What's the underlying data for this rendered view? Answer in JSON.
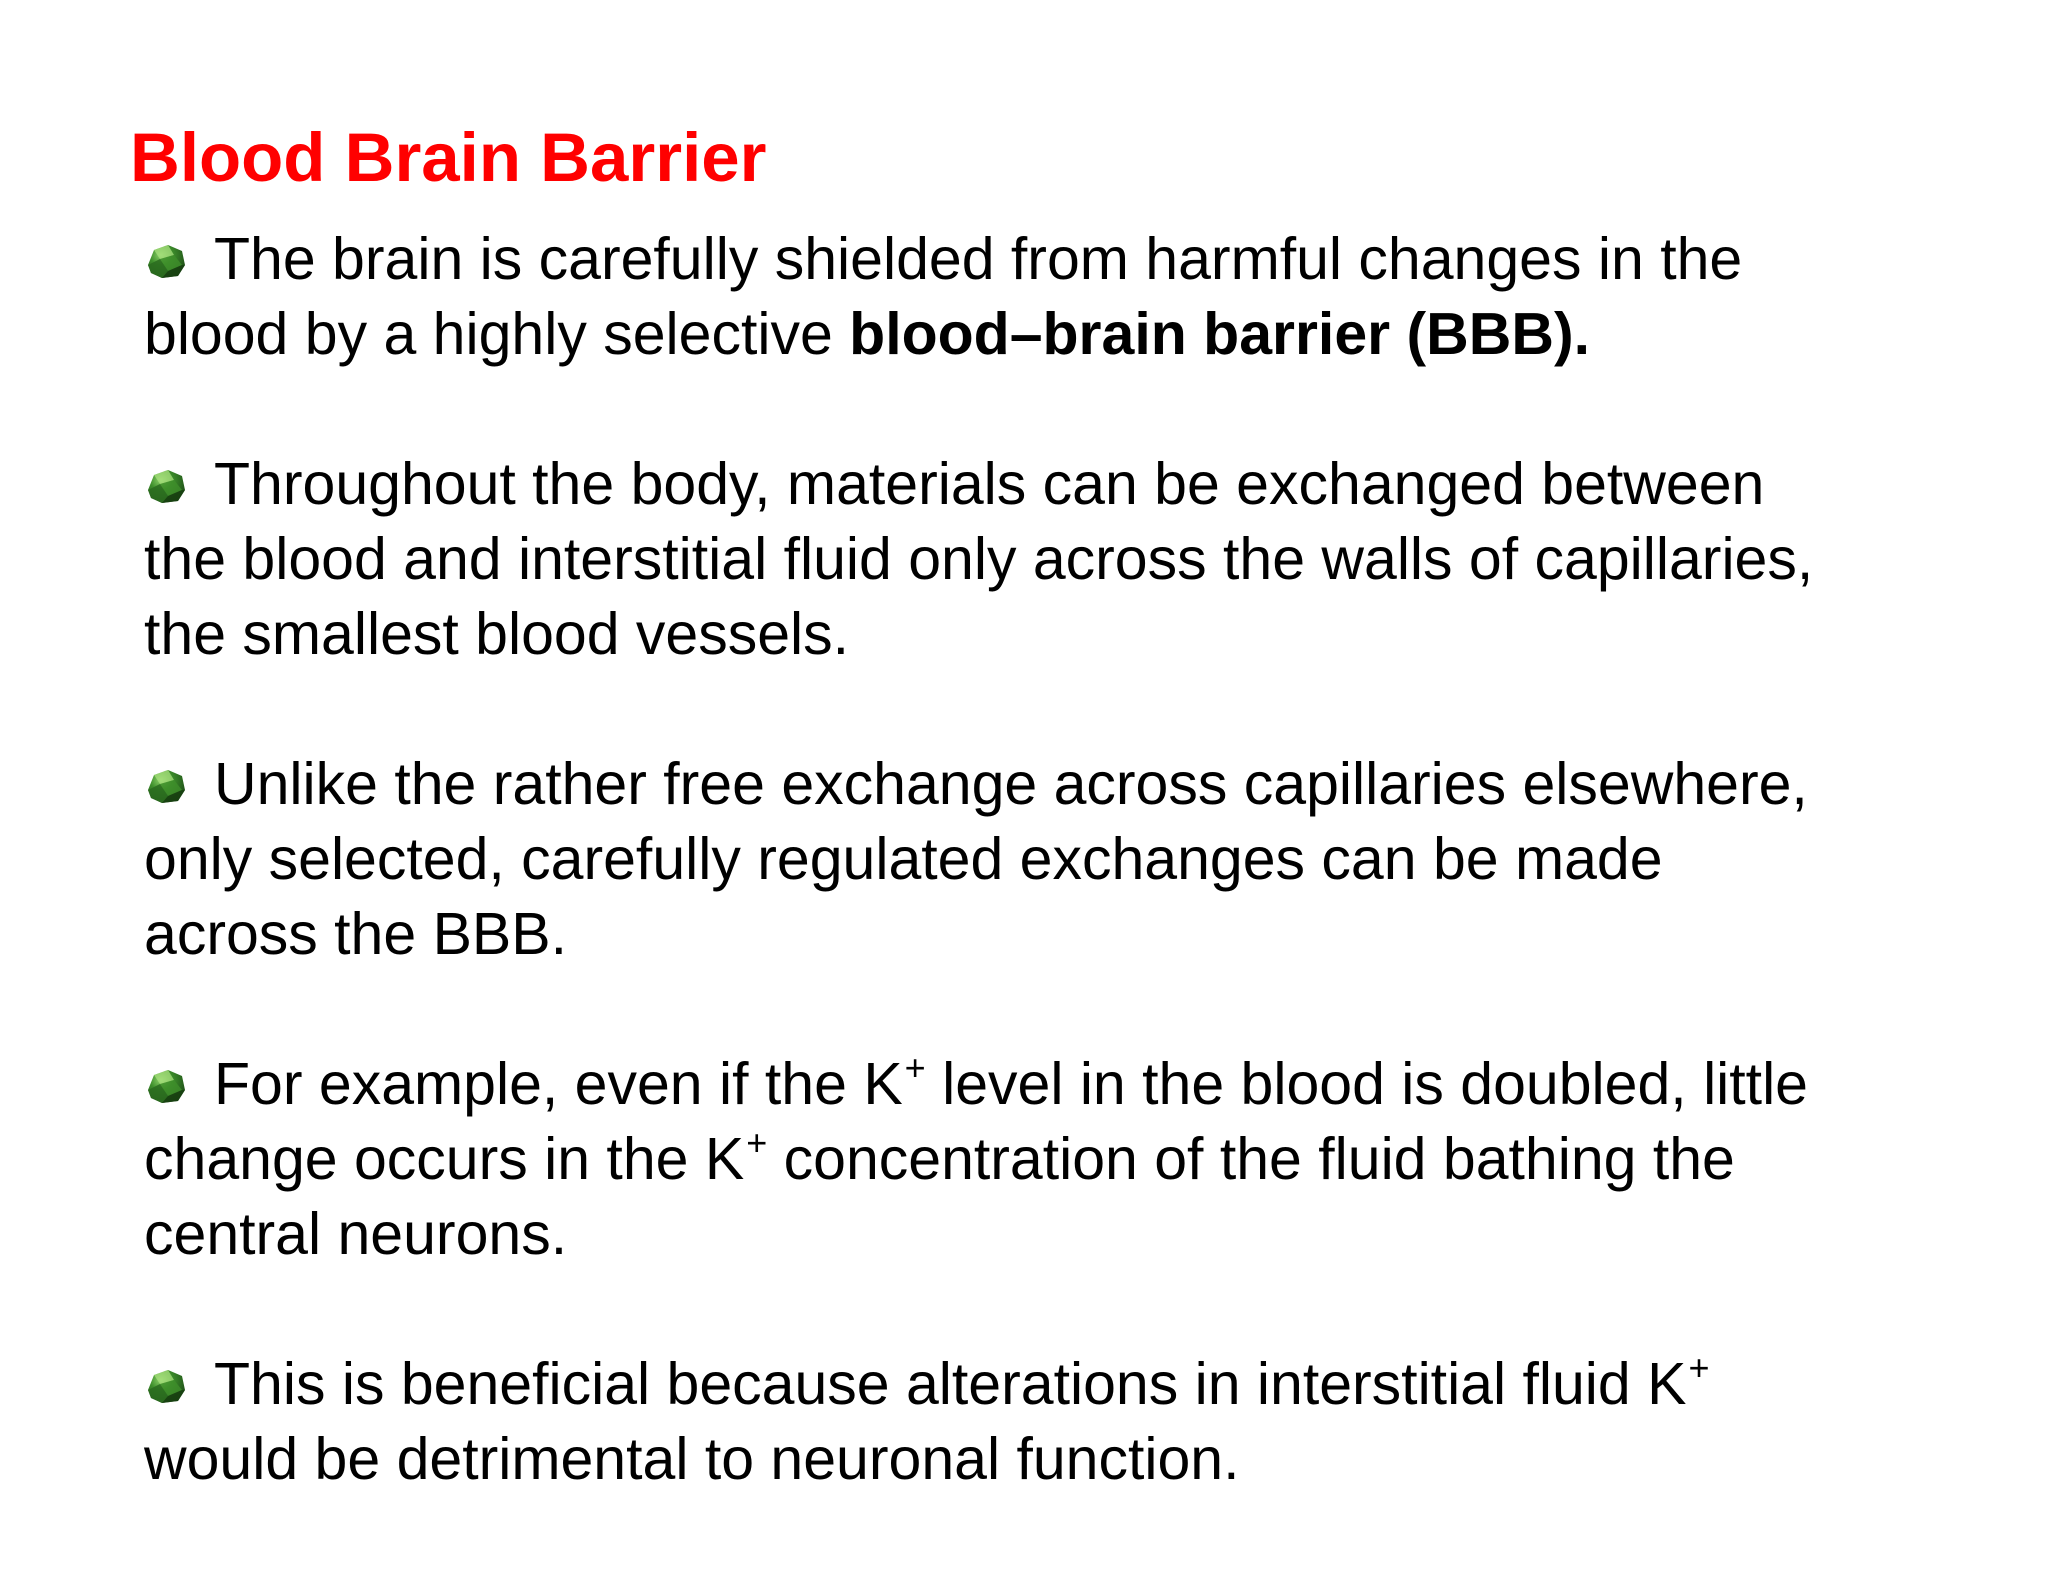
{
  "title": "Blood Brain Barrier",
  "colors": {
    "title": "#ff0000",
    "text": "#000000",
    "bullet_light": "#8fd36a",
    "bullet_mid": "#3e8f2c",
    "bullet_dark": "#1d4d16"
  },
  "bullet_icon": "green-gem-bullet-icon",
  "bullets": [
    {
      "line1": "The brain is carefully shielded from harmful changes in the",
      "line2_pre": "blood by a highly selective ",
      "line2_bold": "blood–brain barrier (BBB)."
    },
    {
      "line1": "Throughout the body, materials can be exchanged between",
      "line2": "the blood and interstitial fluid only across the walls of capillaries,",
      "line3": "the smallest blood vessels."
    },
    {
      "line1": "Unlike the rather free exchange across capillaries elsewhere,",
      "line2": "only selected, carefully regulated exchanges can be made",
      "line3": "across the BBB."
    },
    {
      "line1_a": "For example, even if the K",
      "line1_sup": "+",
      "line1_b": " level in the blood is doubled, little",
      "line2_a": "change occurs in the K",
      "line2_sup": "+",
      "line2_b": " concentration of the fluid bathing the",
      "line3": "central neurons."
    },
    {
      "line1_a": "This is beneficial because alterations in interstitial fluid K",
      "line1_sup": "+",
      "line2": "would be detrimental to neuronal function."
    }
  ]
}
